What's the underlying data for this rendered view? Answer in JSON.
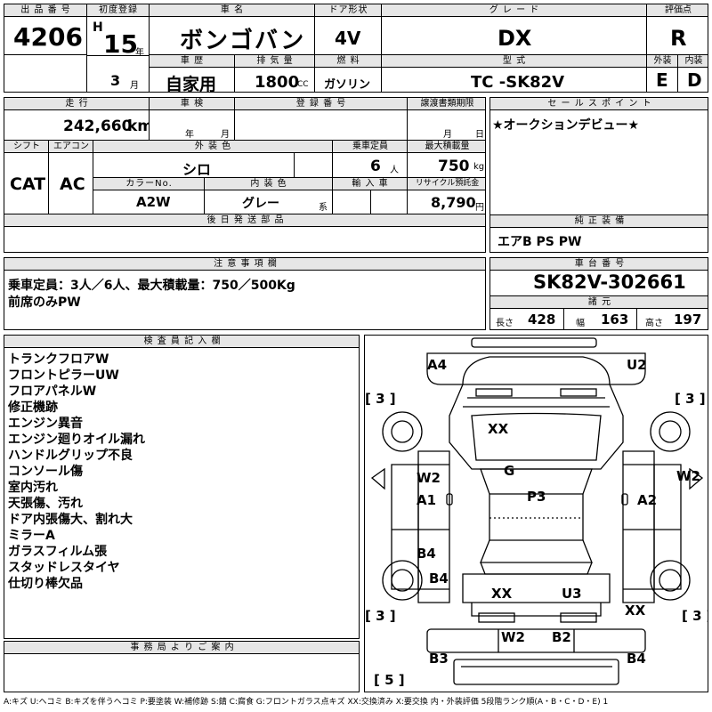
{
  "header": {
    "lot_label": "出 品 番 号",
    "lot_number": "4206",
    "first_reg_label": "初度登録",
    "era_letter": "H",
    "year_num": "15",
    "year_unit": "年",
    "month_num": "3",
    "month_unit": "月",
    "car_name_label": "車 名",
    "car_name": "ボンゴバン",
    "door_label": "ドア形状",
    "door": "4V",
    "grade_label": "グ レ ー ド",
    "grade": "DX",
    "score_label": "評価点",
    "score": "R",
    "history_label": "車 歴",
    "history": "自家用",
    "displacement_label": "排 気 量",
    "displacement": "1800",
    "displacement_unit": "CC",
    "fuel_label": "燃 料",
    "fuel": "ガソリン",
    "model_label": "型 式",
    "model": "TC -SK82V",
    "exterior_label": "外装",
    "exterior": "E",
    "interior_label": "内装",
    "interior": "D"
  },
  "row2": {
    "mileage_label": "走 行",
    "mileage": "242,660",
    "mileage_unit": "km",
    "inspection_label": "車 検",
    "inspection_year_unit": "年",
    "inspection_month_unit": "月",
    "regno_label": "登 録 番 号",
    "transfer_label": "譲渡書類期限",
    "transfer_month_unit": "月",
    "transfer_day_unit": "日",
    "shift_label": "シフト",
    "shift": "CAT",
    "ac_label": "エアコン",
    "ac": "AC",
    "color_label": "外 装 色",
    "color": "シロ",
    "capacity_label": "乗車定員",
    "capacity": "6",
    "capacity_unit": "人",
    "load_label": "最大積載量",
    "load": "750",
    "load_unit": "kg",
    "colorno_label": "カラーNo.",
    "colorno": "A2W",
    "int_color_label": "内 装 色",
    "int_color": "グレー",
    "int_color_unit": "系",
    "import_label": "輸 入 車",
    "recycle_label": "リサイクル預託金",
    "recycle": "8,790",
    "recycle_unit": "円",
    "parts_label": "後 日 発 送 部 品",
    "sales_label": "セ ー ル ス ポ イ ン ト",
    "sales_text": "★オークションデビュー★",
    "equip_label": "純 正 装 備",
    "equip": "エアB PS PW"
  },
  "notes": {
    "label": "注 意 事 項 欄",
    "lines": [
      "乗車定員：3人／6人、最大積載量：750／500Kg",
      "前席のみPW"
    ]
  },
  "chassis": {
    "label": "車 台 番 号",
    "number": "SK82V-302661",
    "spec_label": "諸 元",
    "length_label": "長さ",
    "length": "428",
    "width_label": "幅",
    "width": "163",
    "height_label": "高さ",
    "height": "197"
  },
  "inspector": {
    "label": "検 査 員 記 入 欄",
    "lines": [
      "トランクフロアW",
      "フロントピラーUW",
      "フロアパネルW",
      "修正機跡",
      "エンジン異音",
      "エンジン廻りオイル漏れ",
      "ハンドルグリップ不良",
      "コンソール傷",
      "室内汚れ",
      "天張傷、汚れ",
      "ドア内張傷大、割れ大",
      "ミラーA",
      "ガラスフィルム張",
      "スタッドレスタイヤ",
      "仕切り棒欠品"
    ]
  },
  "office": {
    "label": "事 務 局 よ り ご 案 内"
  },
  "diagram": {
    "marks": {
      "a4": "A4",
      "u2": "U2",
      "xx1": "XX",
      "g": "G",
      "w2_left": "W2",
      "w2_right": "W2",
      "a1": "A1",
      "p3": "P3",
      "a2": "A2",
      "b4_left": "B4",
      "b4_lower": "B4",
      "xx2": "XX",
      "u3": "U3",
      "xx3": "XX",
      "w2_bottom": "W2",
      "b2": "B2",
      "b3": "B3",
      "b4_right": "B4"
    },
    "tires": {
      "fl": "3",
      "fr": "3",
      "rl": "3",
      "rr": "3",
      "spare": "5"
    }
  },
  "legend": "A:キズ U:ヘコミ B:キズを伴うヘコミ P:要塗装 W:補修跡 S:錆 C:腐食 G:フロントガラス点キズ XX:交換済み X:要交換 内・外装評価 5段階ランク順(A・B・C・D・E) 1"
}
